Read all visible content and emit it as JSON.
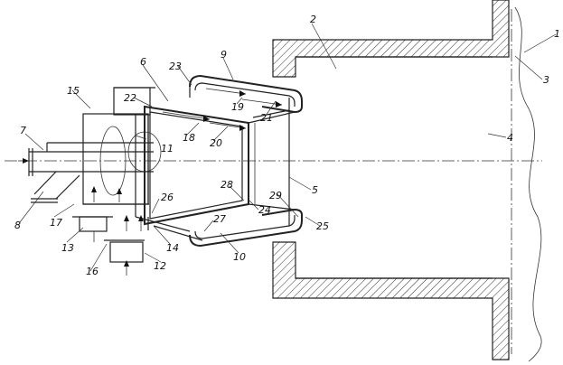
{
  "diagram": {
    "labels": [
      "1",
      "2",
      "3",
      "4",
      "5",
      "6",
      "7",
      "8",
      "9",
      "10",
      "11",
      "12",
      "13",
      "14",
      "15",
      "16",
      "17",
      "18",
      "19",
      "20",
      "21",
      "22",
      "23",
      "24",
      "25",
      "26",
      "27",
      "28",
      "29"
    ]
  }
}
